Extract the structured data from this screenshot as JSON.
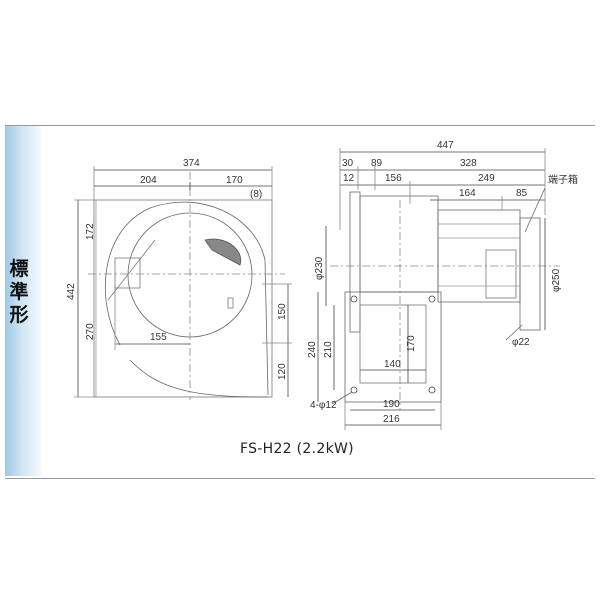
{
  "side_label": "標準形",
  "title": "FS-H22 (2.2kW)",
  "front_view": {
    "dim_374": "374",
    "dim_204": "204",
    "dim_170": "170",
    "dim_8": "(8)",
    "dim_172": "172",
    "dim_442": "442",
    "dim_270": "270",
    "dim_155": "155",
    "dim_150": "150",
    "dim_120": "120"
  },
  "side_view": {
    "dim_447": "447",
    "dim_30": "30",
    "dim_89": "89",
    "dim_328": "328",
    "dim_12": "12",
    "dim_156": "156",
    "dim_249": "249",
    "dim_164": "164",
    "dim_85": "85",
    "terminal_box": "端子箱",
    "dim_phi230": "φ230",
    "dim_phi250": "φ250",
    "dim_phi22": "φ22",
    "dim_240": "240",
    "dim_210": "210",
    "dim_170": "170",
    "dim_140": "140",
    "holes": "4-φ12",
    "dim_190": "190",
    "dim_216": "216"
  }
}
